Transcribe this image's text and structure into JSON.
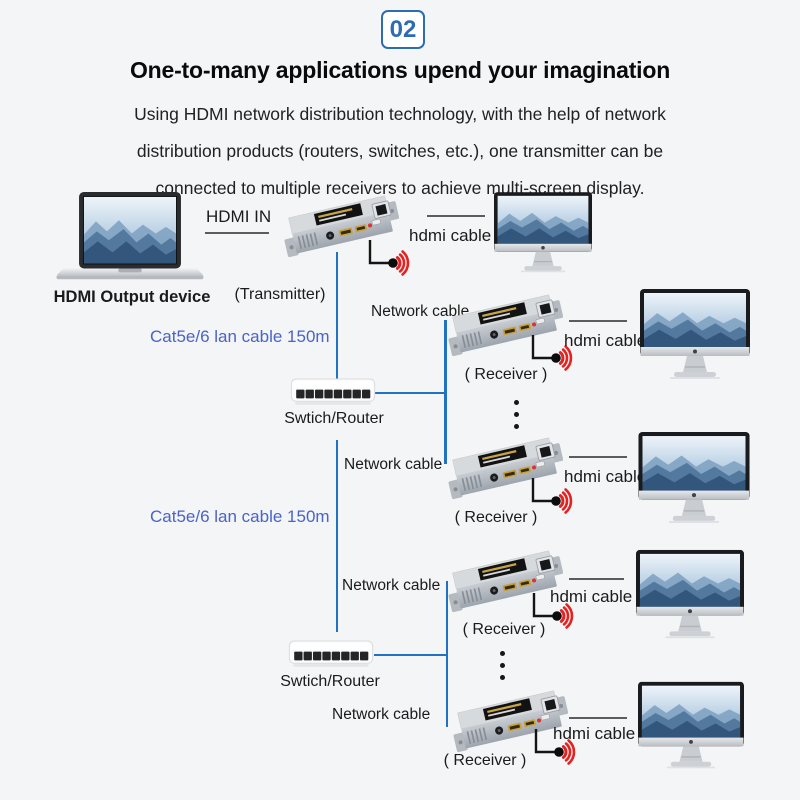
{
  "badge": {
    "number": "02"
  },
  "header": {
    "title": "One-to-many applications upend your imagination",
    "description_lines": [
      "Using HDMI network distribution technology, with the help of network",
      "distribution products (routers, switches, etc.), one transmitter can be",
      "connected to multiple receivers to achieve multi-screen display."
    ]
  },
  "labels": {
    "hdmi_output_device": "HDMI Output device",
    "hdmi_in": "HDMI IN",
    "transmitter": "(Transmitter)",
    "receiver": "( Receiver )",
    "hdmi_cable": "hdmi cable",
    "network_cable": "Network cable",
    "cat5e_cable": "Cat5e/6 lan cable 150m",
    "switch_router": "Swtich/Router"
  },
  "icons": {
    "laptop": "laptop-with-mountain-wallpaper",
    "monitor": "imac-monitor-with-mountain-wallpaper",
    "extender": "hdmi-over-ip-extender-box",
    "switch": "8-port-network-switch",
    "ir": "ir-emitter-red-signal"
  },
  "colors": {
    "background": "#f4f5f6",
    "badge_blue": "#2d6cb3",
    "lan_line_blue": "#2272c3",
    "cat5e_text_blue": "#4a63c8",
    "ir_red": "#e32222",
    "hdmi_line_gray": "#5c5c5c",
    "text_black": "#1b1b1b"
  }
}
